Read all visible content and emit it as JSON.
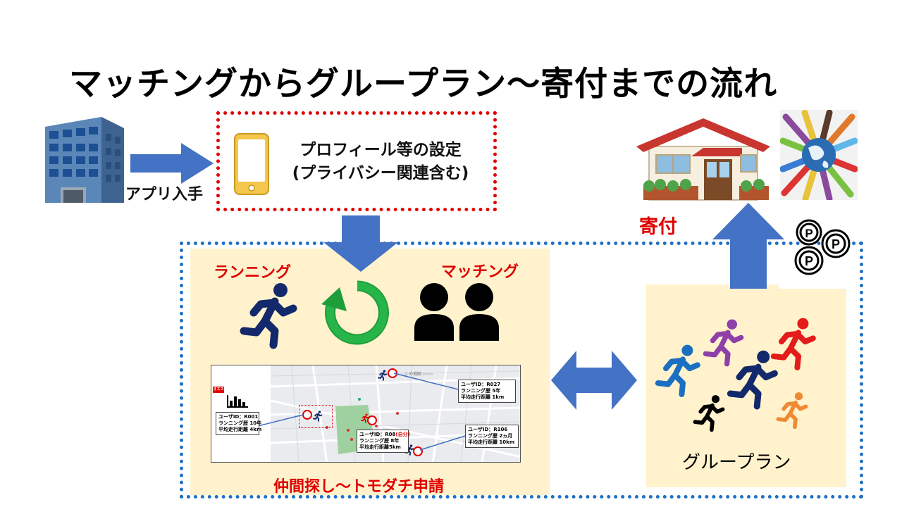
{
  "title": "マッチングからグループラン～寄付までの流れ",
  "labels": {
    "app": "アプリ入手",
    "profile_line1": "プロフィール等の設定",
    "profile_line2": "(プライバシー関連含む)",
    "running": "ランニング",
    "matching": "マッチング",
    "search": "仲間探し～トモダチ申請",
    "donation": "寄付",
    "group_run": "グループラン"
  },
  "map_panel": {
    "badge": "オススメ",
    "map_title": "この地図 ○○○○",
    "cards": [
      {
        "id": "ユーザID：R001",
        "history": "ランニング歴 10年",
        "distance": "平均走行距離 4km"
      },
      {
        "id": "ユーザID：R027",
        "history": "ランニング歴 5年",
        "distance": "平均走行距離 1km"
      },
      {
        "id": "ユーザID：R08",
        "self_tag": "(自分)",
        "history": "ランニング歴 8年",
        "distance": "平均走行距離5km"
      },
      {
        "id": "ユーザID：R106",
        "history": "ランニング歴 2ヵ月",
        "distance": "平均走行距離 10km"
      }
    ]
  },
  "coin_symbol": "P",
  "colors": {
    "arrow_blue": "#4472c4",
    "red_accent": "#e00000",
    "panel_yellow": "#fff2cc",
    "cycle_green": "#1e9e3a",
    "runner_navy": "#13296b"
  },
  "icons": [
    "office-building-icon",
    "smartphone-icon",
    "house-icon",
    "hands-globe-icon",
    "coins-icon",
    "runner-icon",
    "refresh-cycle-icon",
    "people-icon",
    "group-runners-icon"
  ]
}
